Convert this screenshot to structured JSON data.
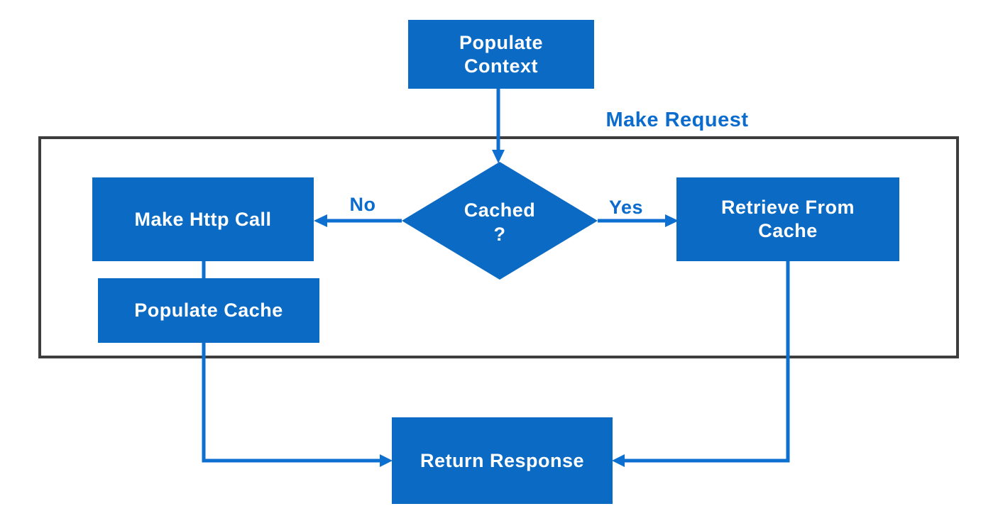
{
  "diagram": {
    "type": "flowchart",
    "group_label": "Make Request",
    "nodes": {
      "populate_context": {
        "label": "Populate\nContext",
        "shape": "rect"
      },
      "decision_cached": {
        "label": "Cached\n?",
        "shape": "diamond"
      },
      "make_http_call": {
        "label": "Make Http Call",
        "shape": "rect"
      },
      "populate_cache": {
        "label": "Populate Cache",
        "shape": "rect"
      },
      "retrieve_from_cache": {
        "label": "Retrieve From\nCache",
        "shape": "rect"
      },
      "return_response": {
        "label": "Return Response",
        "shape": "rect"
      }
    },
    "edge_labels": {
      "no": "No",
      "yes": "Yes"
    },
    "edges": [
      {
        "from": "populate_context",
        "to": "decision_cached",
        "label": ""
      },
      {
        "from": "decision_cached",
        "to": "make_http_call",
        "label": "No"
      },
      {
        "from": "decision_cached",
        "to": "retrieve_from_cache",
        "label": "Yes"
      },
      {
        "from": "make_http_call",
        "to": "populate_cache",
        "label": ""
      },
      {
        "from": "populate_cache",
        "to": "return_response",
        "label": ""
      },
      {
        "from": "retrieve_from_cache",
        "to": "return_response",
        "label": ""
      }
    ],
    "colors": {
      "node_fill": "#0b6ac3",
      "node_text": "#ffffff",
      "connector": "#0d6fd0",
      "label_text": "#0b6cce",
      "group_border": "#3d3d3d",
      "background": "#ffffff"
    }
  }
}
